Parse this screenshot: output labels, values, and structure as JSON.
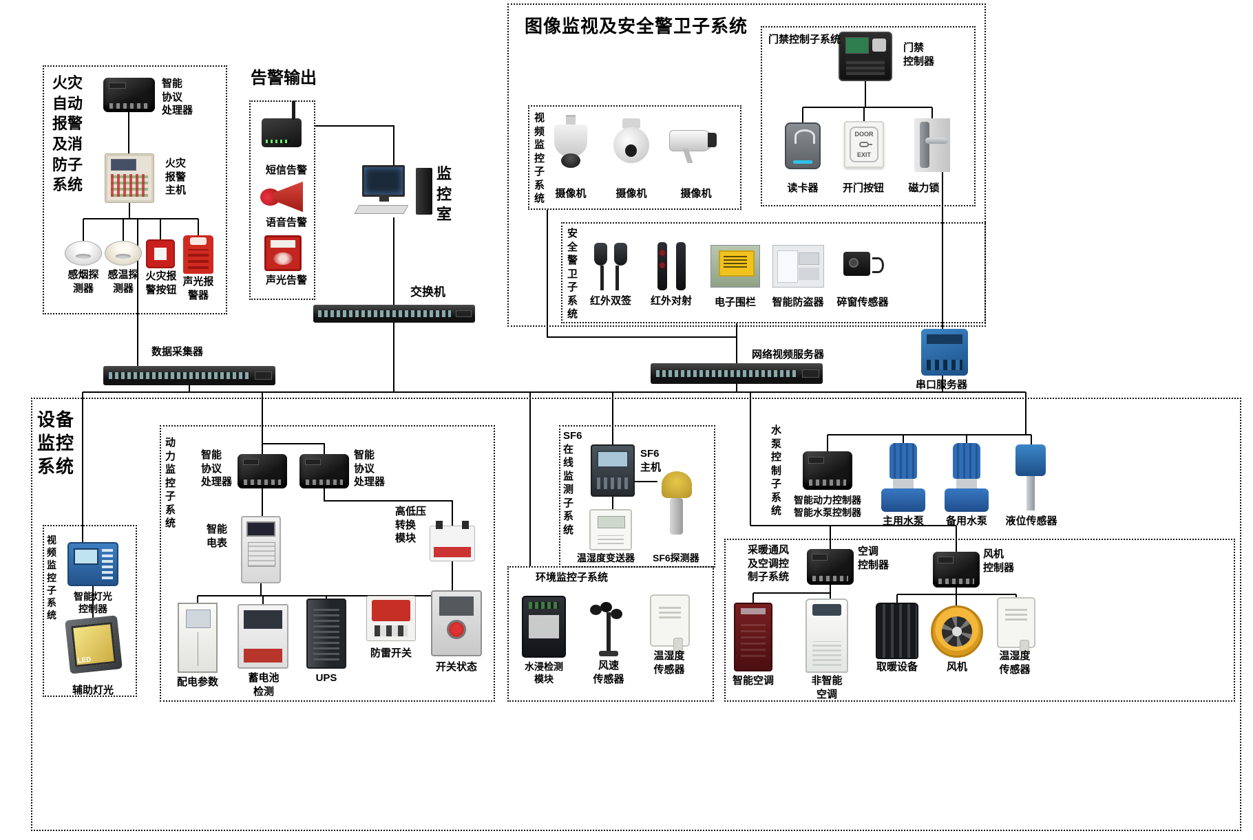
{
  "colors": {
    "wire": "#000000",
    "device_blue": "#2f6db8",
    "alarm_red": "#c9201d",
    "fence_yellow": "#f2c31d",
    "fan_yellow": "#f4b73a"
  },
  "titles": {
    "fire_system": "火灾\n自动\n报警\n及消\n防子\n系统",
    "alarm_output": "告警输出",
    "monitor_room": "监\n控\n室",
    "switch": "交换机",
    "image_security": "图像监视及安全警卫子系统",
    "equipment_system": "设备\n监控\n系统"
  },
  "fire": {
    "processor": "智能\n协议\n处理器",
    "host": "火灾\n报警\n主机",
    "smoke": "感烟探\n测器",
    "heat": "感温探\n测器",
    "button": "火灾报\n警按钮",
    "sounder": "声光报\n警器"
  },
  "alarm": {
    "sms": "短信告警",
    "voice": "语音告警",
    "light": "声光告警"
  },
  "access": {
    "title": "门禁控制子系统",
    "controller": "门禁\n控制器",
    "reader": "读卡器",
    "door_button": "开门按钮",
    "door_text": "DOOR",
    "exit_text": "EXIT",
    "lock": "磁力锁"
  },
  "video": {
    "title": "视\n频\n监\n控\n子\n系\n统",
    "cam1": "摄像机",
    "cam2": "摄像机",
    "cam3": "摄像机"
  },
  "security": {
    "title": "安\n全\n警\n卫\n子\n系\n统",
    "ir_dual": "红外双签",
    "ir_beam": "红外对射",
    "fence": "电子围栏",
    "antitheft": "智能防盗器",
    "window": "碎窗传感器"
  },
  "mid": {
    "collector": "数据采集器",
    "nvr": "网络视频服务器",
    "serial": "串口服务器"
  },
  "left": {
    "title": "视\n频\n监\n控\n子\n系\n统",
    "light_ctrl": "智能灯光\n控制器",
    "aux_light": "辅助灯光",
    "led": "LED"
  },
  "power": {
    "title": "动\n力\n监\n控\n子\n系\n统",
    "proc1": "智能\n协议\n处理器",
    "proc2": "智能\n协议\n处理器",
    "meter": "智能\n电表",
    "hv": "高低压\n转换\n模块",
    "dist": "配电参数",
    "battery": "蓄电池\n检测",
    "ups": "UPS",
    "surge": "防雷开关",
    "state": "开关状态"
  },
  "sf6": {
    "title": "SF6\n在\n线\n监\n测\n子\n系\n统",
    "host": "SF6\n主机",
    "transmitter": "温湿度变送器",
    "detector": "SF6探测器"
  },
  "env": {
    "title": "环境监控子系统",
    "water": "水浸检测\n模块",
    "wind": "风速\n传感器",
    "temphum": "温湿度\n传感器"
  },
  "pump": {
    "title": "水\n泵\n控\n制\n子\n系\n统",
    "controller": "智能动力控制器\n智能水泵控制器",
    "main": "主用水泵",
    "backup": "备用水泵",
    "level": "液位传感器"
  },
  "hvac": {
    "title": "采暖通风\n及空调控\n制子系统",
    "ac_ctrl": "空调\n控制器",
    "fan_ctrl": "风机\n控制器",
    "smart_ac": "智能空调",
    "plain_ac": "非智能\n空调",
    "heater": "取暖设备",
    "fan": "风机",
    "temphum": "温湿度\n传感器"
  }
}
